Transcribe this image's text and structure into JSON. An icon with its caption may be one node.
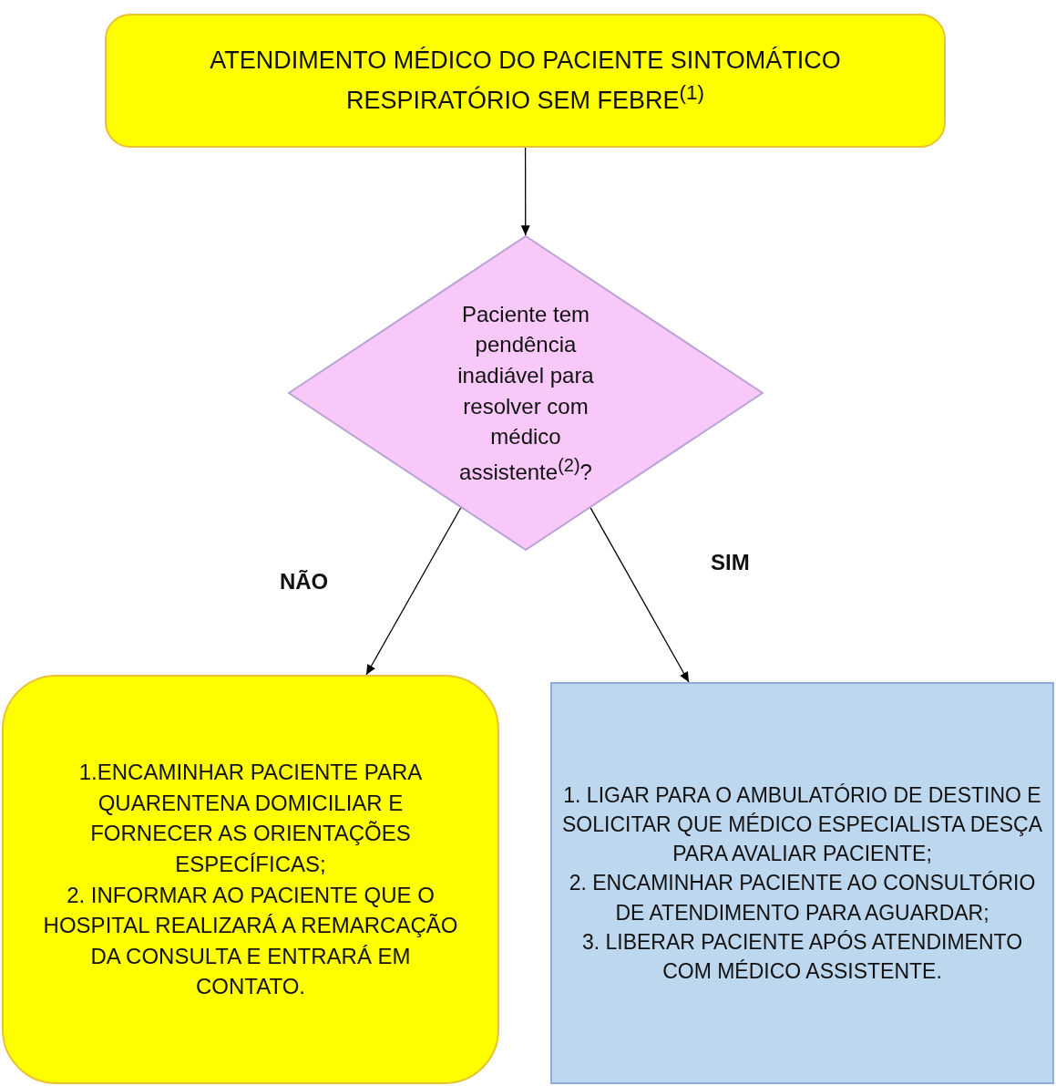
{
  "diagram": {
    "nodes": [
      {
        "text": [
          "ATENDIMENTO MÉDICO DO PACIENTE SINTOMÁTICO RESPIRATÓRIO SEM FEBRE$^{(1)}$"
        ]
      },
      {
        "text": [
          "Paciente tem pendência inadiável para resolver com médico assistente$^{(2)}$?"
        ]
      },
      {
        "text": [
          "1.ENCAMINHAR PACIENTE PARA QUARENTENA DOMICILIAR E FORNECER AS ORIENTAÇÕES ESPECÍFICAS;",
          "2. INFORMAR AO PACIENTE QUE O HOSPITAL REALIZARÁ A REMARCAÇÃO DA CONSULTA E ENTRARÁ EM CONTATO."
        ]
      },
      {
        "text": [
          "1. LIGAR PARA O AMBULATÓRIO DE DESTINO E SOLICITAR QUE MÉDICO ESPECIALISTA DESÇA PARA AVALIAR PACIENTE;",
          "2. ENCAMINHAR PACIENTE AO CONSULTÓRIO DE ATENDIMENTO PARA AGUARDAR;",
          "3. LIBERAR PACIENTE APÓS ATENDIMENTO COM MÉDICO ASSISTENTE."
        ]
      }
    ],
    "edges": [
      {
        "from": 0,
        "to": 1,
        "arrow": "to"
      },
      {
        "from": 1,
        "to": 2,
        "arrow": "to",
        "label": "NÃO"
      },
      {
        "from": 1,
        "to": 3,
        "arrow": "to",
        "label": "SIM"
      }
    ]
  }
}
